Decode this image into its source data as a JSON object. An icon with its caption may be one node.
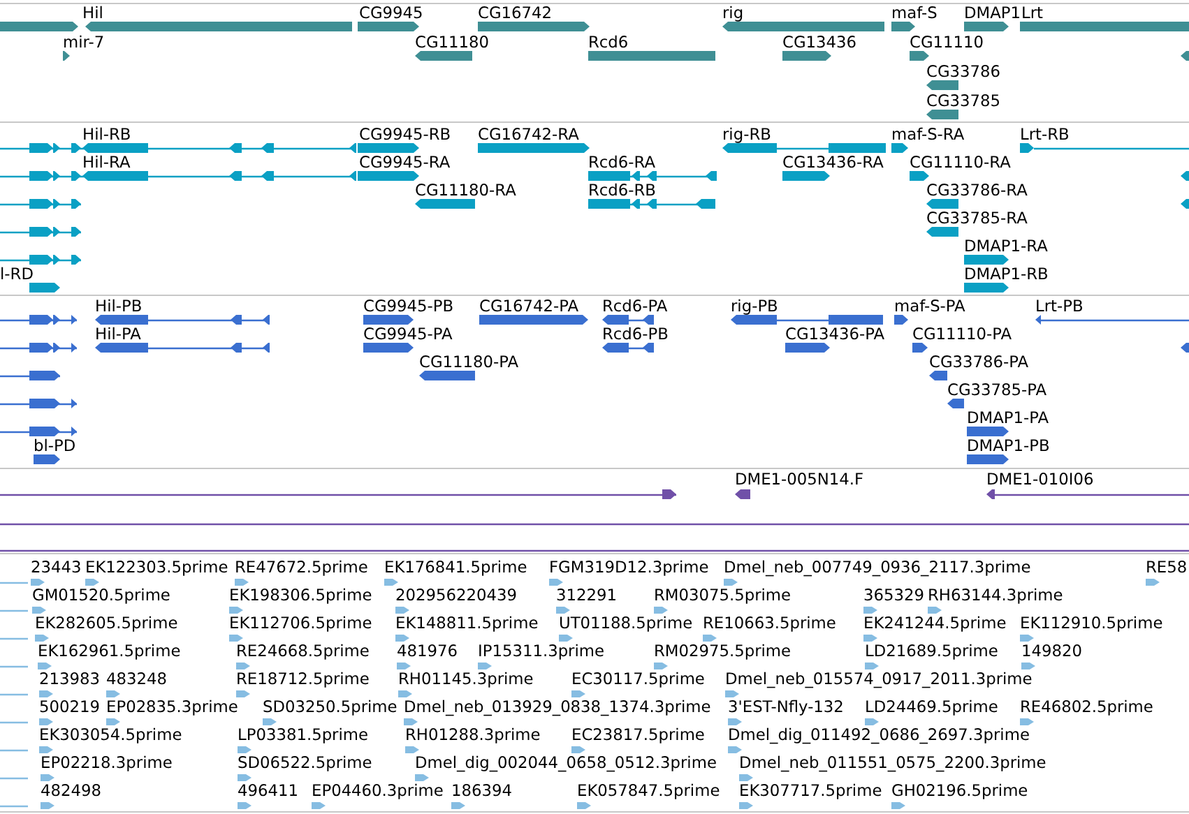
{
  "diagram": {
    "labels": [
      "Hil",
      "CG9945",
      "CG16742",
      "rig",
      "maf-S",
      "DMAP1",
      "Lrt",
      "mir-7",
      "CG11180",
      "Rcd6",
      "CG13436",
      "CG11110",
      "CG33786",
      "CG33785",
      "Hil-RB",
      "CG9945-RB",
      "CG16742-RA",
      "rig-RB",
      "maf-S-RA",
      "Lrt-RB",
      "Hil-RA",
      "CG9945-RA",
      "Rcd6-RA",
      "CG13436-RA",
      "CG11110-RA",
      "CG11180-RA",
      "Rcd6-RB",
      "CG33786-RA",
      "CG33785-RA",
      "DMAP1-RA",
      "l-RD",
      "DMAP1-RB",
      "Hil-PB",
      "CG9945-PB",
      "CG16742-PA",
      "Rcd6-PA",
      "rig-PB",
      "maf-S-PA",
      "Lrt-PB",
      "Hil-PA",
      "CG9945-PA",
      "Rcd6-PB",
      "CG13436-PA",
      "CG11110-PA",
      "CG11180-PA",
      "CG33786-PA",
      "CG33785-PA",
      "DMAP1-PA",
      "bl-PD",
      "DMAP1-PB",
      "DME1-005N14.F",
      "DME1-010I06",
      "23443",
      "EK122303.5prime",
      "RE47672.5prime",
      "EK176841.5prime",
      "FGM319D12.3prime",
      "Dmel_neb_007749_0936_2117.3prime",
      "RE58",
      "GM01520.5prime",
      "EK198306.5prime",
      "202956220439",
      "312291",
      "RM03075.5prime",
      "365329",
      "RH63144.3prime",
      "EK282605.5prime",
      "EK112706.5prime",
      "EK148811.5prime",
      "UT01188.5prime",
      "RE10663.5prime",
      "EK241244.5prime",
      "EK112910.5prime",
      "EK162961.5prime",
      "RE24668.5prime",
      "481976",
      "IP15311.3prime",
      "RM02975.5prime",
      "LD21689.5prime",
      "149820",
      "213983",
      "483248",
      "RE18712.5prime",
      "RH01145.3prime",
      "EC30117.5prime",
      "Dmel_neb_015574_0917_2011.3prime",
      "500219",
      "EP02835.3prime",
      "SD03250.5prime",
      "Dmel_neb_013929_0838_1374.3prime",
      "3'EST-Nfly-132",
      "LD24469.5prime",
      "RE46802.5prime",
      "EK303054.5prime",
      "LP03381.5prime",
      "RH01288.3prime",
      "EC23817.5prime",
      "Dmel_dig_011492_0686_2697.3prime",
      "EP02218.3prime",
      "SD06522.5prime",
      "Dmel_dig_002044_0658_0512.3prime",
      "Dmel_neb_011551_0575_2200.3prime",
      "482498",
      "496411",
      "EP04460.3prime",
      "186394",
      "EK057847.5prime",
      "EK307717.5prime",
      "GH02196.5prime"
    ]
  }
}
